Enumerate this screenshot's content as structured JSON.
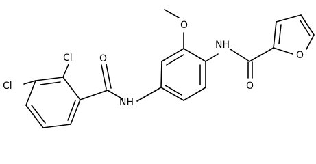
{
  "molecule": {
    "atom_labels": {
      "cl_upper": "Cl",
      "cl_lower": "Cl",
      "amide_o_left": "O",
      "nh_left": "NH",
      "methoxy_o": "O",
      "nh_right": "NH",
      "amide_o_right": "O",
      "furan_o": "O"
    }
  }
}
